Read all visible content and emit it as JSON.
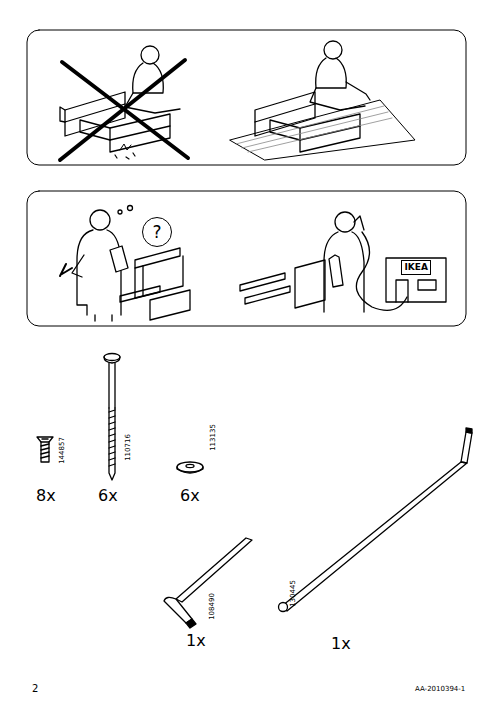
{
  "diagram": {
    "nodes": [
      {
        "text": [
          "?"
        ]
      },
      {
        "text": [
          "IKEA"
        ]
      }
    ],
    "labels": [
      "144857",
      "8x",
      "110716",
      "6x",
      "113135",
      "6x",
      "108490",
      "1x",
      "130445",
      "1x",
      "2",
      "AA-2010394-1"
    ]
  }
}
